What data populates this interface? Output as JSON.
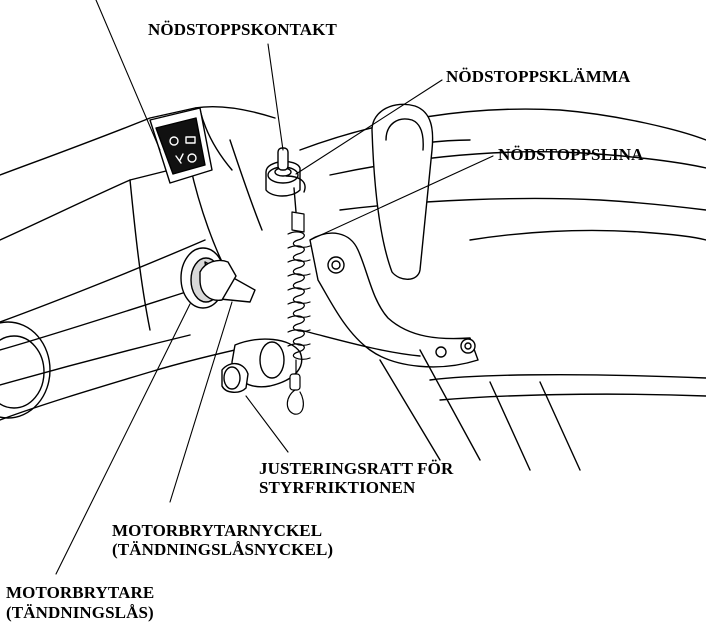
{
  "labels": {
    "emergency_stop_switch": "NÖDSTOPPSKONTAKT",
    "emergency_stop_clip": "NÖDSTOPPSKLÄMMA",
    "emergency_stop_lanyard": "NÖDSTOPPSLINA",
    "steering_friction_knob_line1": "JUSTERINGSRATT FÖR",
    "steering_friction_knob_line2": "STYRFRIKTIONEN",
    "engine_switch_key_line1": "MOTORBRYTARNYCKEL",
    "engine_switch_key_line2": "(TÄNDNINGSLÅSNYCKEL)",
    "engine_switch_line1": "MOTORBRYTARE",
    "engine_switch_line2": "(TÄNDNINGSLÅS)"
  },
  "colors": {
    "ink": "#000000",
    "paper": "#ffffff",
    "shade": "#d9d9d9"
  }
}
